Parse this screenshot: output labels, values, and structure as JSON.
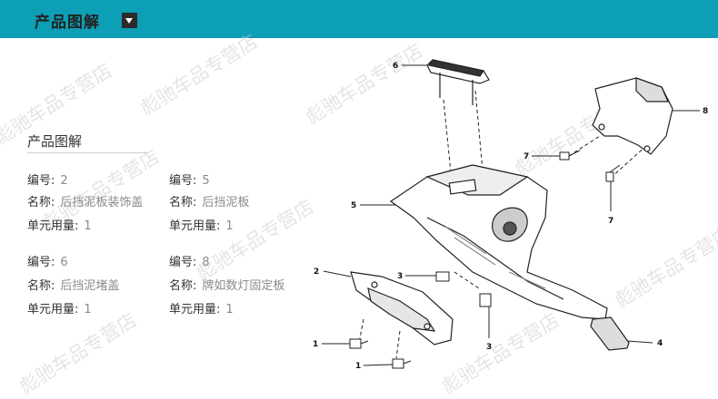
{
  "header": {
    "title": "产品图解"
  },
  "watermark": "彪驰车品专营店",
  "section": {
    "title": "产品图解"
  },
  "parts": [
    {
      "num_label": "编号:",
      "num": "2",
      "name_label": "名称:",
      "name": "后挡泥板装饰盖",
      "qty_label": "单元用量:",
      "qty": "1"
    },
    {
      "num_label": "编号:",
      "num": "5",
      "name_label": "名称:",
      "name": "后挡泥板",
      "qty_label": "单元用量:",
      "qty": "1"
    },
    {
      "num_label": "编号:",
      "num": "6",
      "name_label": "名称:",
      "name": "后挡泥堵盖",
      "qty_label": "单元用量:",
      "qty": "1"
    },
    {
      "num_label": "编号:",
      "num": "8",
      "name_label": "名称:",
      "name": "牌如数灯固定板",
      "qty_label": "单元用量:",
      "qty": "1"
    }
  ],
  "diagram": {
    "callouts": [
      "6",
      "8",
      "7",
      "7",
      "5",
      "2",
      "3",
      "3",
      "4",
      "1",
      "1"
    ],
    "colors": {
      "line": "#222222",
      "fill": "#ffffff",
      "shade": "#dddddd",
      "dark": "#555555"
    }
  }
}
